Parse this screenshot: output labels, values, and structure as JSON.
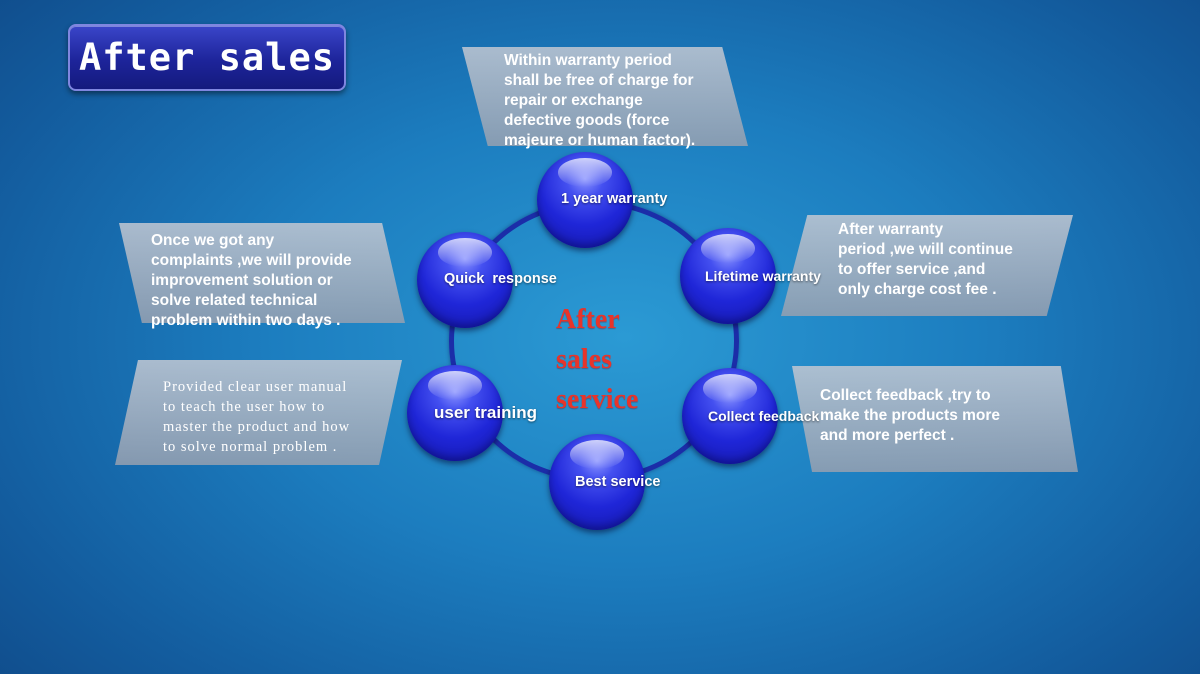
{
  "title": "After sales",
  "center": {
    "lines": [
      "After",
      "sales",
      "service"
    ]
  },
  "nodes": [
    {
      "label": "1 year warranty"
    },
    {
      "label": "Lifetime warranty"
    },
    {
      "label": "Collect feedback"
    },
    {
      "label": "Best service"
    },
    {
      "label": "user training"
    },
    {
      "label": "Quick  response"
    }
  ],
  "notes": {
    "top": {
      "lines": [
        "Within warranty period",
        "shall be free of charge for",
        "repair or exchange",
        "defective goods (force",
        "majeure or human factor)."
      ]
    },
    "left1": {
      "lines": [
        "Once we got any",
        "complaints ,we will provide",
        "improvement solution or",
        "solve related technical",
        "problem within two days ."
      ]
    },
    "left2": {
      "lines": [
        "Provided clear user manual",
        "to teach the user how to",
        "master the product and how",
        "to solve normal problem ."
      ]
    },
    "right1": {
      "lines": [
        "After warranty",
        "period ,we will continue",
        "to offer service ,and",
        "only charge cost fee ."
      ]
    },
    "right2": {
      "lines": [
        "Collect feedback ,try to",
        "make the products more",
        "and more perfect ."
      ]
    }
  },
  "colors": {
    "background": "#1c7dbf",
    "node": "#1f26d8",
    "ring": "#1b2da8",
    "center_text": "#e8342a",
    "note_panel": "#a8b0bf"
  }
}
